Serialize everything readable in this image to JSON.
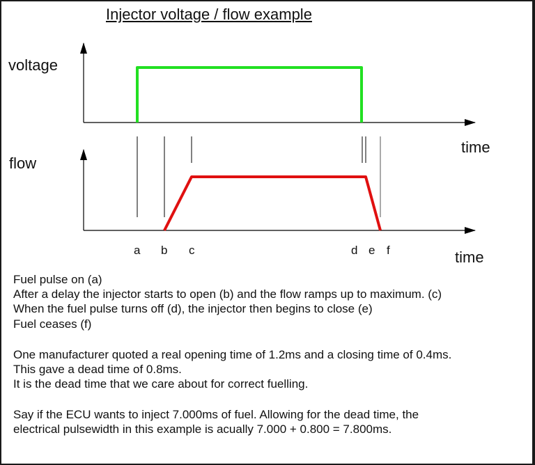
{
  "title": "Injector voltage / flow example",
  "diagram": {
    "voltage_label": "voltage",
    "flow_label": "flow",
    "time_label_top": "time",
    "time_label_bottom": "time",
    "markers": [
      "a",
      "b",
      "c",
      "d",
      "e",
      "f"
    ],
    "colors": {
      "voltage": "#22e022",
      "flow": "#e01010",
      "axis": "#000000"
    }
  },
  "text": {
    "lines": [
      "Fuel pulse on (a)",
      "After a delay the injector starts to open (b) and the flow ramps up to maximum. (c)",
      "When the fuel pulse turns off (d), the injector then begins to close (e)",
      "Fuel ceases (f)",
      "One manufacturer quoted a real opening time of 1.2ms and a closing time of 0.4ms.",
      "This gave a dead time of 0.8ms.",
      "It is the dead time that we care about for correct fuelling.",
      "Say if the ECU wants to inject 7.000ms of fuel. Allowing for the dead time, the",
      "electrical pulsewidth in this example is acually 7.000 + 0.800 = 7.800ms."
    ]
  }
}
